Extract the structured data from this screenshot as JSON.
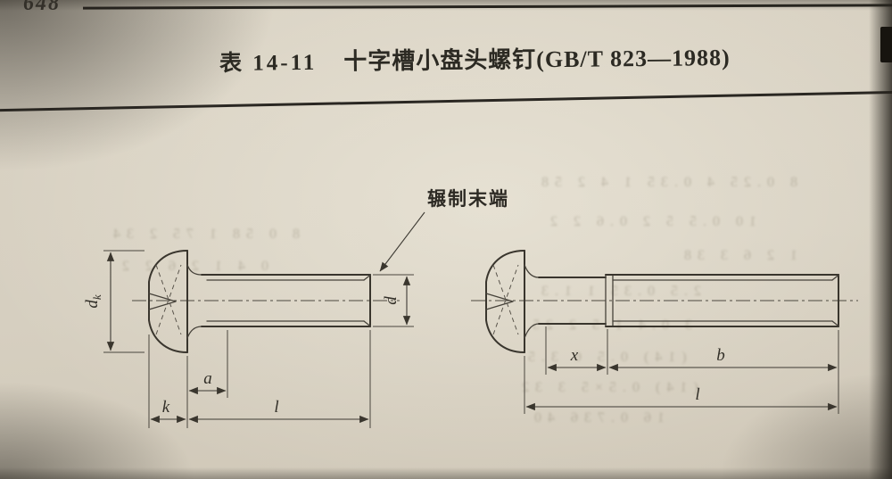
{
  "page": {
    "number": "648",
    "table_label": "表 14-11",
    "title": "十字槽小盘头螺钉(GB/T 823—1988)"
  },
  "diagram": {
    "callout_label": "辗制末端",
    "left_view": {
      "dim_head_diameter_base": "d",
      "dim_head_diameter_sub": "k",
      "dim_head_height": "k",
      "dim_unthreaded": "a",
      "dim_length": "l",
      "dim_thread_diameter": "d"
    },
    "right_view": {
      "dim_incomplete_thread": "x",
      "dim_thread_length": "b",
      "dim_length": "l"
    }
  },
  "bleedthrough": [
    "8 0.25 4 0.35 1 4 2 58",
    "10 0.5 5 2 0.6 2 2",
    "1 2 6 3 38",
    "2.5 0.35 1 1.3",
    "3 0.4 1.5 2 25",
    "(14) 0.5 6 3.5",
    "(14) 0.5×5 3 32",
    "16 0.736 40",
    "8 0 58 1 75 2 34",
    "0 4 1 2 6 2 2"
  ]
}
